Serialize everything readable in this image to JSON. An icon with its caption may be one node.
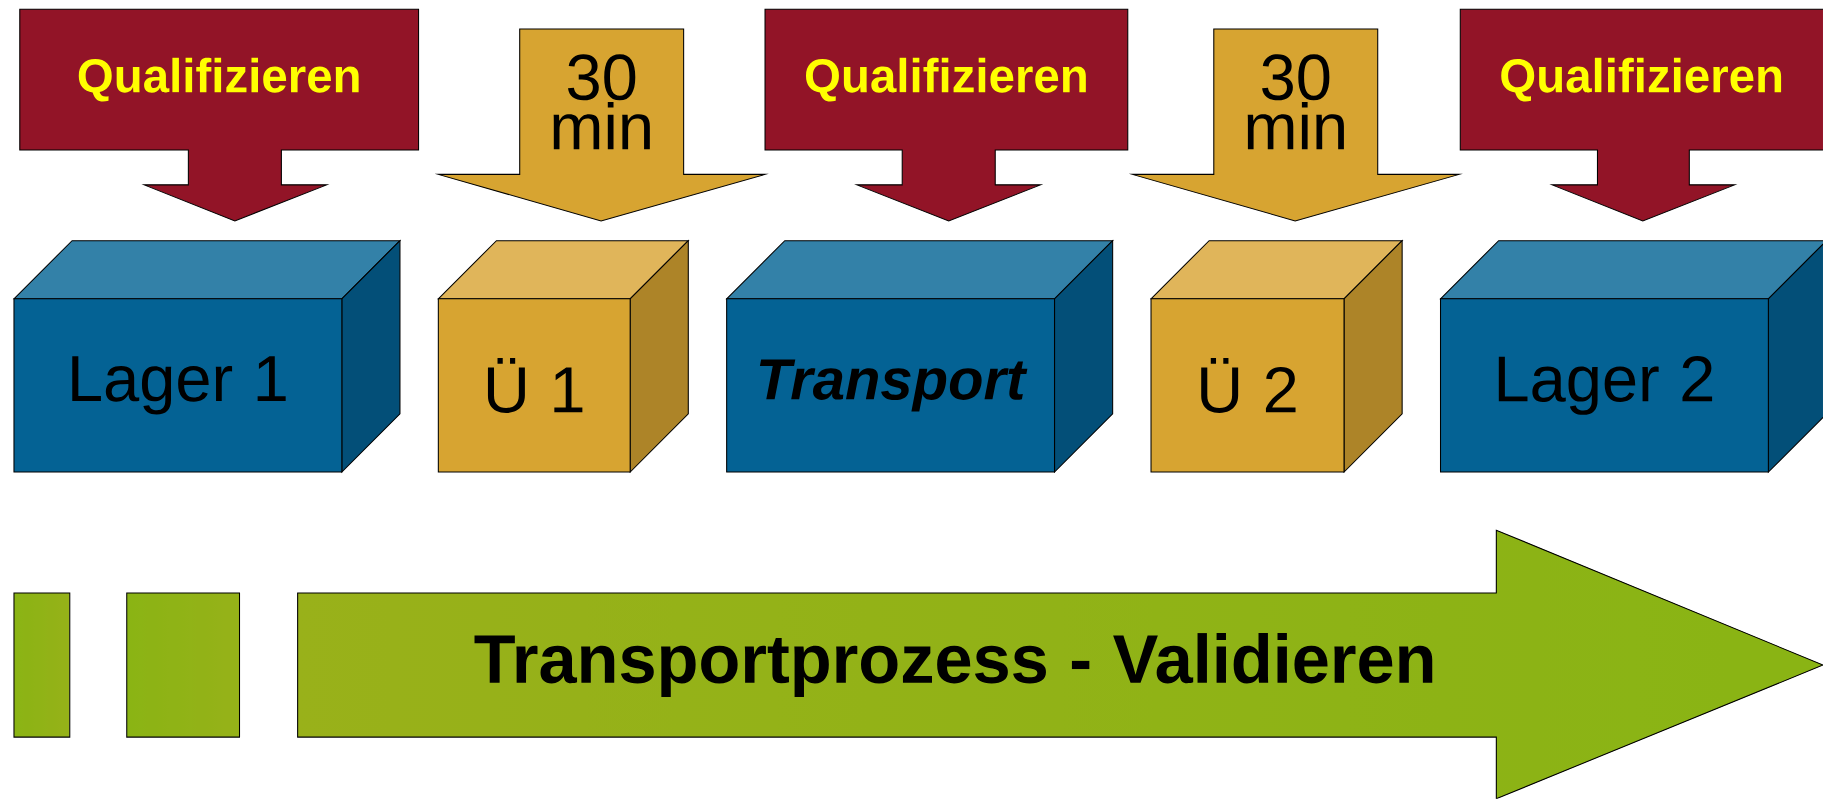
{
  "diagram": {
    "nodes": [
      {
        "text": [
          "Qualifizieren"
        ]
      },
      {
        "text": [
          "30 min"
        ]
      },
      {
        "text": [
          "Qualifizieren"
        ]
      },
      {
        "text": [
          "30 min"
        ]
      },
      {
        "text": [
          "Qualifizieren"
        ]
      },
      {
        "text": [
          "Lager 1"
        ]
      },
      {
        "text": [
          "Ü 1"
        ]
      },
      {
        "text": [
          "Transport"
        ]
      },
      {
        "text": [
          "Ü 2"
        ]
      },
      {
        "text": [
          "Lager 2"
        ]
      },
      {
        "text": [],
        "shape": "box"
      },
      {
        "text": [],
        "shape": "box"
      },
      {
        "text": [
          "Transportprozess - Validieren"
        ]
      }
    ]
  }
}
